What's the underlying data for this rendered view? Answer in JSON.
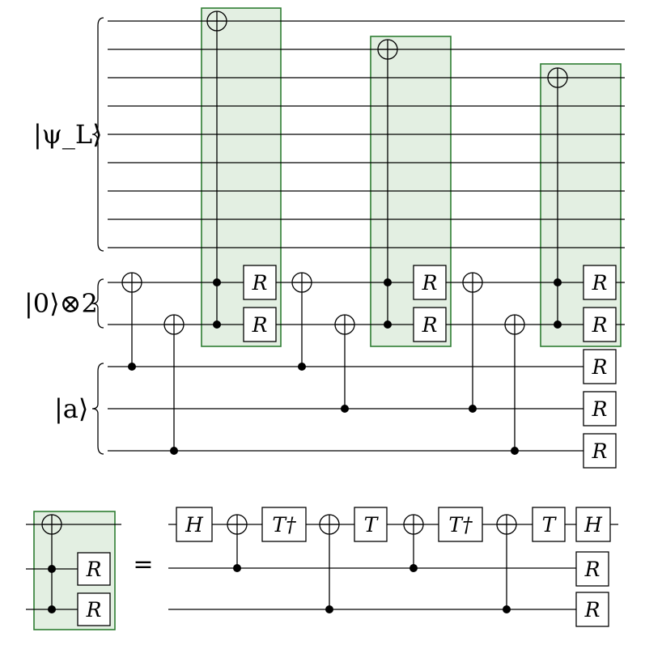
{
  "registers": {
    "logical": "|ψ_L⟩",
    "ancilla_zero": "|0⟩⊗2",
    "ancilla_a": "|a⟩"
  },
  "gates": {
    "r": "R",
    "h": "H",
    "t": "T",
    "t_dagger": "T†"
  },
  "equals": "="
}
